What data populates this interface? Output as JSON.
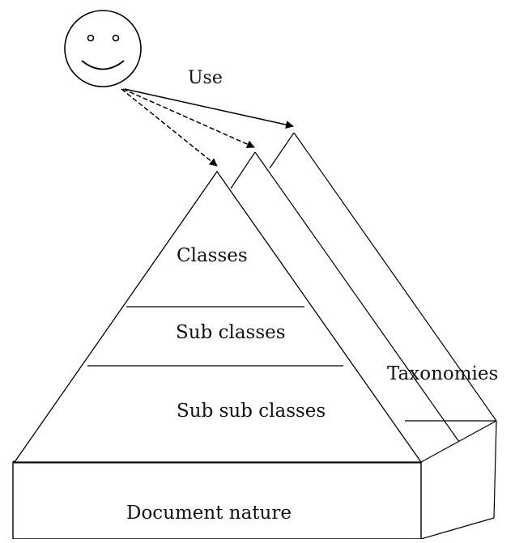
{
  "diagram": {
    "user": {
      "icon": "smiley-face-icon"
    },
    "labels": {
      "use": "Use",
      "classes": "Classes",
      "sub_classes": "Sub classes",
      "sub_sub_classes": "Sub sub classes",
      "taxonomies": "Taxonomies",
      "document_nature": "Document nature"
    },
    "colors": {
      "stroke": "#000000",
      "background": "#ffffff"
    }
  }
}
